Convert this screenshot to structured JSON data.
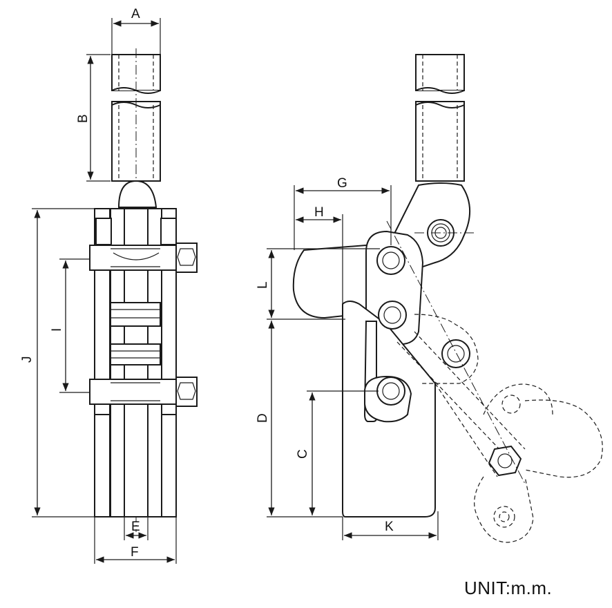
{
  "dimensions": {
    "A": "A",
    "B": "B",
    "C": "C",
    "D": "D",
    "E": "E",
    "F": "F",
    "G": "G",
    "H": "H",
    "I": "I",
    "J": "J",
    "K": "K",
    "L": "L"
  },
  "unit_label": "UNIT:m.m."
}
